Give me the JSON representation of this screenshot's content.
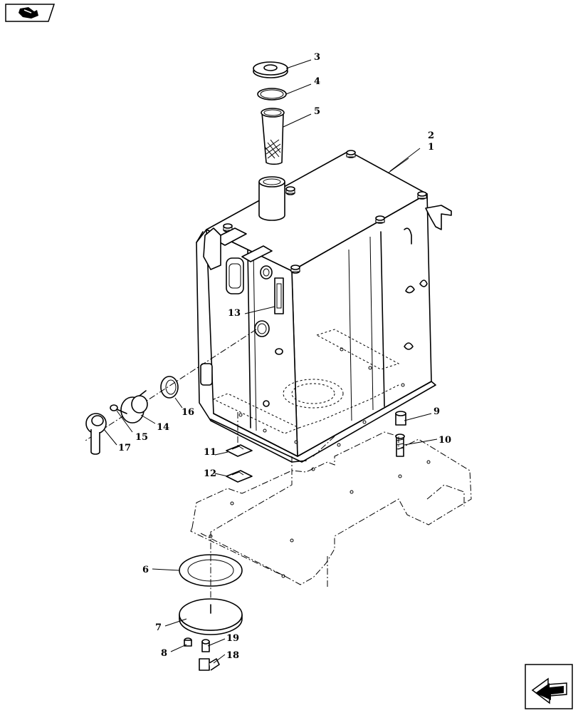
{
  "callouts": [
    {
      "id": "c1",
      "label": "1"
    },
    {
      "id": "c2",
      "label": "2"
    },
    {
      "id": "c3",
      "label": "3"
    },
    {
      "id": "c4",
      "label": "4"
    },
    {
      "id": "c5",
      "label": "5"
    },
    {
      "id": "c6",
      "label": "6"
    },
    {
      "id": "c7",
      "label": "7"
    },
    {
      "id": "c8",
      "label": "8"
    },
    {
      "id": "c9",
      "label": "9"
    },
    {
      "id": "c10",
      "label": "10"
    },
    {
      "id": "c11",
      "label": "11"
    },
    {
      "id": "c12",
      "label": "12"
    },
    {
      "id": "c13",
      "label": "13"
    },
    {
      "id": "c14",
      "label": "14"
    },
    {
      "id": "c15",
      "label": "15"
    },
    {
      "id": "c16",
      "label": "16"
    },
    {
      "id": "c17",
      "label": "17"
    },
    {
      "id": "c18",
      "label": "18"
    },
    {
      "id": "c19",
      "label": "19"
    }
  ],
  "icons": {
    "top_left": "view-toggle-icon",
    "bottom_right": "next-page-arrow-icon"
  }
}
